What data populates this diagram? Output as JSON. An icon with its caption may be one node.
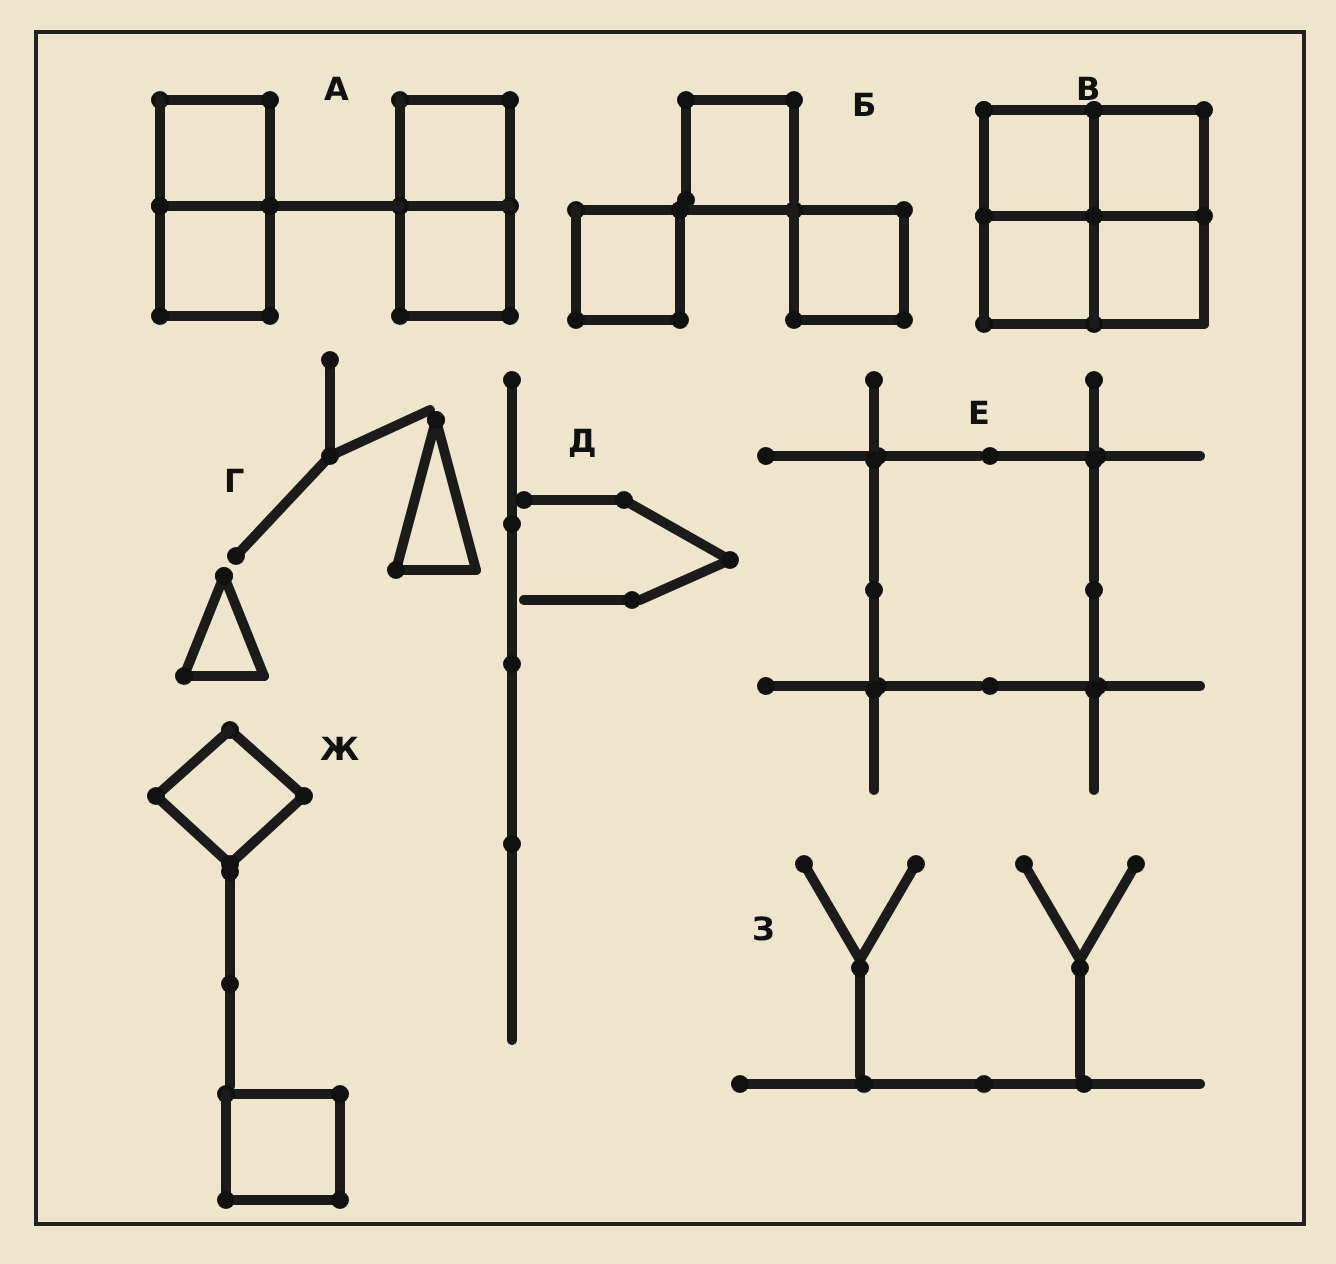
{
  "diagram": {
    "labels": [
      "А",
      "Б",
      "В",
      "Г",
      "Д",
      "Е",
      "Ж",
      "З"
    ]
  }
}
